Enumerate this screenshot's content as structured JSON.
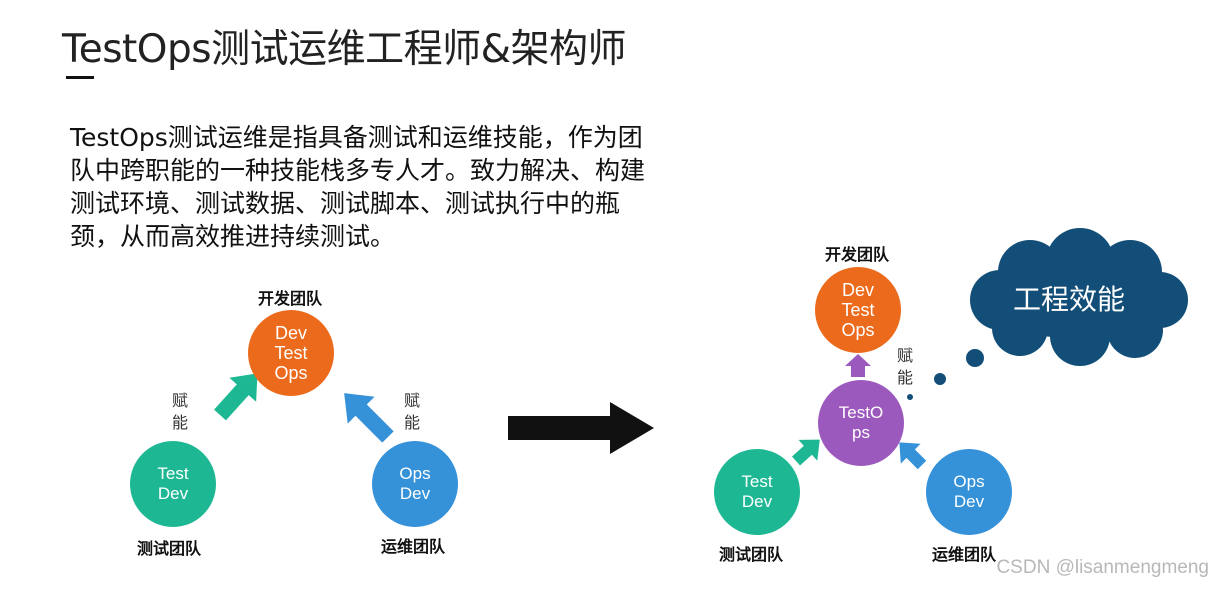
{
  "title": "TestOps测试运维工程师&架构师",
  "description": [
    "TestOps测试运维是指具备测试和运维技能，作为团",
    "队中跨职能的一种技能栈多专人才。致力解决、构建",
    "测试环境、测试数据、测试脚本、测试执行中的瓶",
    "颈，从而高效推进持续测试。"
  ],
  "left_diagram": {
    "top": {
      "label": "开发团队",
      "lines": [
        "Dev",
        "Test",
        "Ops"
      ]
    },
    "bottom_left": {
      "label": "测试团队",
      "lines": [
        "Test",
        "Dev"
      ]
    },
    "bottom_right": {
      "label": "运维团队",
      "lines": [
        "Ops",
        "Dev"
      ]
    },
    "arrow_left_text": [
      "赋",
      "能"
    ],
    "arrow_right_text": [
      "赋",
      "能"
    ]
  },
  "right_diagram": {
    "top": {
      "label": "开发团队",
      "lines": [
        "Dev",
        "Test",
        "Ops"
      ]
    },
    "center": {
      "lines": [
        "TestO",
        "ps"
      ]
    },
    "bottom_left": {
      "label": "测试团队",
      "lines": [
        "Test",
        "Dev"
      ]
    },
    "bottom_right": {
      "label": "运维团队",
      "lines": [
        "Ops",
        "Dev"
      ]
    },
    "arrow_up_text": [
      "赋",
      "能"
    ],
    "cloud_text": "工程效能"
  },
  "watermark": "CSDN @lisanmengmeng",
  "colors": {
    "orange": "#ec6a1c",
    "teal": "#1db893",
    "blue": "#3592d9",
    "purple": "#9b59bd",
    "cloud": "#124e78"
  }
}
